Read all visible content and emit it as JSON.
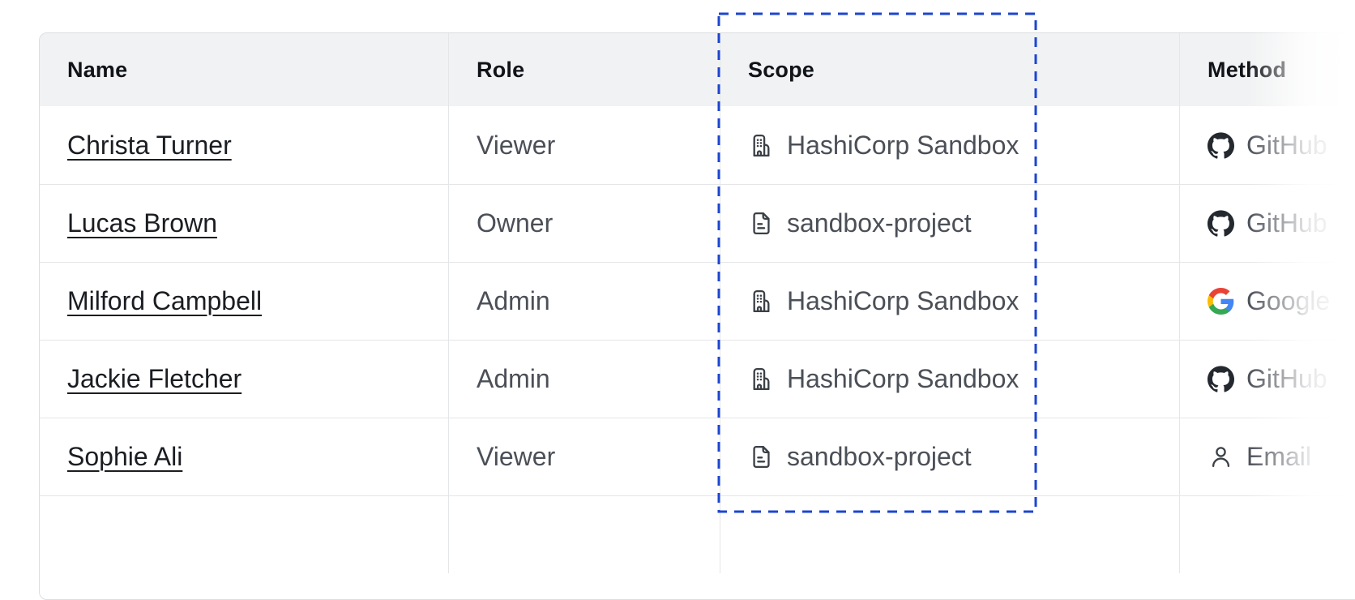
{
  "table": {
    "columns": [
      {
        "key": "name",
        "label": "Name"
      },
      {
        "key": "role",
        "label": "Role"
      },
      {
        "key": "scope",
        "label": "Scope"
      },
      {
        "key": "method",
        "label": "Method"
      }
    ],
    "rows": [
      {
        "name": "Christa Turner",
        "role": "Viewer",
        "scope": {
          "icon": "org-building-icon",
          "label": "HashiCorp Sandbox"
        },
        "method": {
          "icon": "github-icon",
          "label": "GitHub"
        }
      },
      {
        "name": "Lucas Brown",
        "role": "Owner",
        "scope": {
          "icon": "file-text-icon",
          "label": "sandbox-project"
        },
        "method": {
          "icon": "github-icon",
          "label": "GitHub"
        }
      },
      {
        "name": "Milford Campbell",
        "role": "Admin",
        "scope": {
          "icon": "org-building-icon",
          "label": "HashiCorp Sandbox"
        },
        "method": {
          "icon": "google-icon",
          "label": "Google"
        }
      },
      {
        "name": "Jackie Fletcher",
        "role": "Admin",
        "scope": {
          "icon": "org-building-icon",
          "label": "HashiCorp Sandbox"
        },
        "method": {
          "icon": "github-icon",
          "label": "GitHub"
        }
      },
      {
        "name": "Sophie Ali",
        "role": "Viewer",
        "scope": {
          "icon": "file-text-icon",
          "label": "sandbox-project"
        },
        "method": {
          "icon": "person-icon",
          "label": "Email"
        }
      }
    ]
  },
  "annotation": {
    "type": "dashed-highlight",
    "target": "scope-column",
    "border_color": "#1c45d0"
  },
  "colors": {
    "header_bg": "#f1f2f3",
    "row_border": "#e5e6e8",
    "card_border": "#dcdde0",
    "text_primary": "#1a1d22",
    "text_secondary": "#4b4f57",
    "icon": "#3b4046",
    "github": "#24292f"
  }
}
